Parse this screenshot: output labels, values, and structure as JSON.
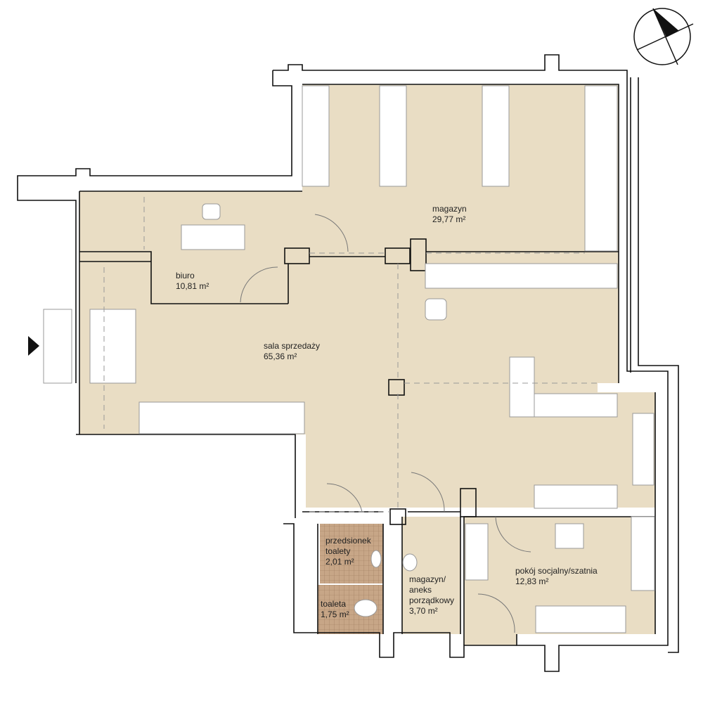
{
  "colors": {
    "floor": "#e9ddc4",
    "tile": "#c7a687",
    "tile_grid": "#9b7a5e",
    "wall": "#111111",
    "furniture": "#ffffff"
  },
  "icons": [
    "compass-north-icon",
    "entrance-arrow-icon"
  ],
  "rooms": [
    {
      "name": "magazyn",
      "area": "29,77 m²"
    },
    {
      "name": "biuro",
      "area": "10,81 m²"
    },
    {
      "name": "sala sprzedaży",
      "area": "65,36 m²"
    },
    {
      "name": "przedsionek\ntoalety",
      "line1": "przedsionek",
      "line2": "toalety",
      "area": "2,01 m²"
    },
    {
      "name": "toaleta",
      "area": "1,75 m²"
    },
    {
      "name": "magazyn/ aneks porządkowy",
      "line1": "magazyn/",
      "line2": "aneks",
      "line3": "porządkowy",
      "area": "3,70 m²"
    },
    {
      "name": "pokój socjalny/szatnia",
      "area": "12,83 m²"
    }
  ]
}
